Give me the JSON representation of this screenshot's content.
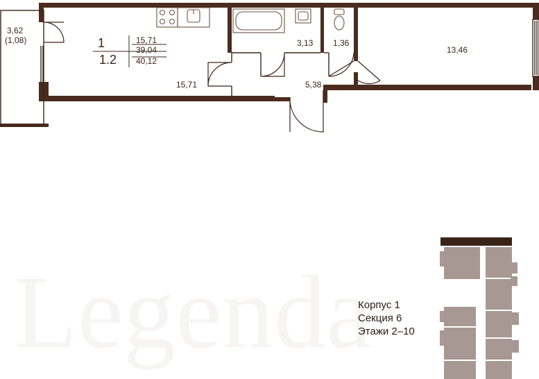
{
  "colors": {
    "wall": "#4a2c1f",
    "room_line": "#3a2418",
    "fixture_line": "#6b5347",
    "block": "#a79893",
    "block_dark": "#3a2418",
    "watermark": "#f3f0ee"
  },
  "apartment": {
    "rooms_count": "1",
    "type_code": "1.2",
    "living_area": "15,71",
    "total_area": "39,04",
    "area_with_balcony": "40,12"
  },
  "rooms": {
    "balcony_area": "3,62",
    "balcony_reduced_area": "(1,08)",
    "bathroom_area": "3,13",
    "toilet_area": "1,36",
    "room_area": "13,46",
    "hall_area": "5,38",
    "kitchen_living_area": "15,71"
  },
  "location": {
    "building": "Корпус 1",
    "section": "Секция 6",
    "floors": "Этажи 2–10"
  }
}
